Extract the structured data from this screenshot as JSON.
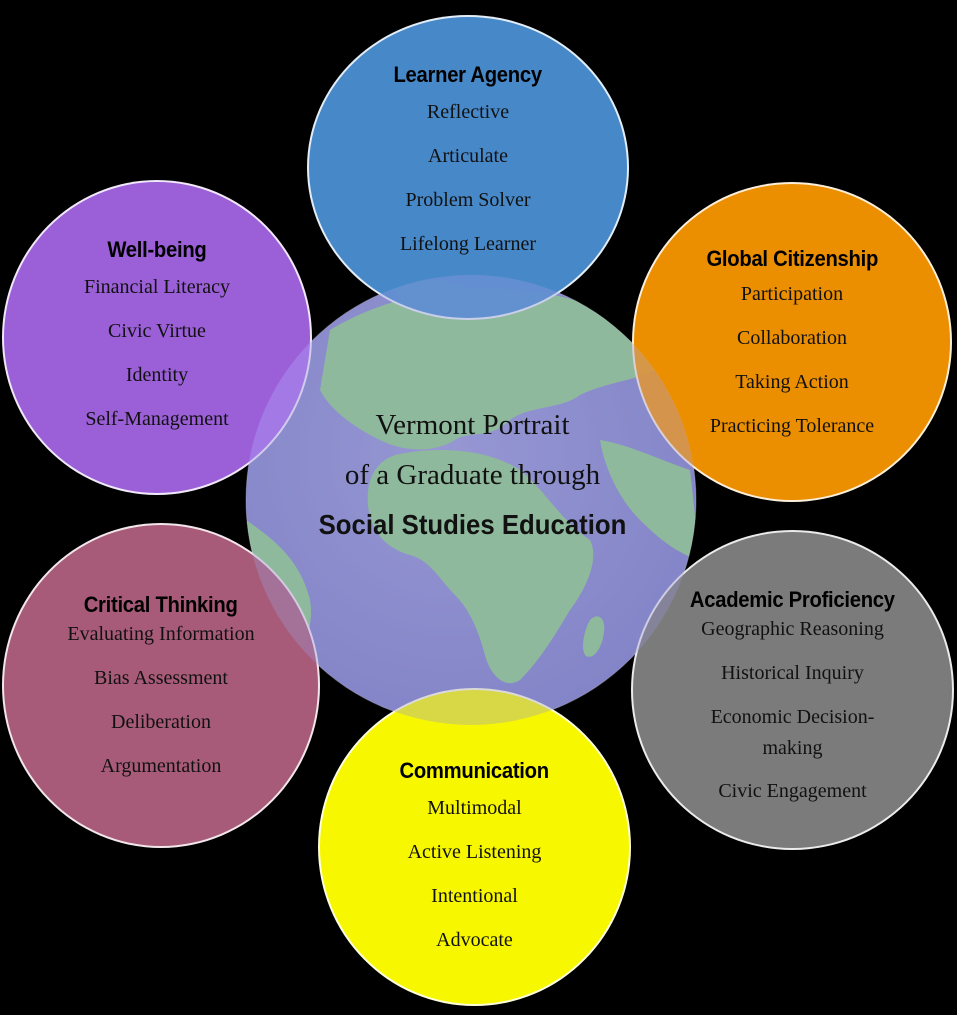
{
  "center": {
    "line1": "Vermont Portrait",
    "line2": "of a Graduate through",
    "line3": "Social Studies Education"
  },
  "colors": {
    "globe_land": "#8fcf86",
    "globe_sea": "#8a8ccc",
    "learner_agency": "#4b8fd3",
    "global_citizenship": "#ff9a00",
    "academic_proficiency": "#7f7f7f",
    "communication": "#ffff00",
    "critical_thinking": "#b0607e",
    "well_being": "#b06cf6"
  },
  "circles": {
    "learner_agency": {
      "title": "Learner Agency",
      "items": [
        "Reflective",
        "Articulate",
        "Problem Solver",
        "Lifelong Learner"
      ]
    },
    "global_citizenship": {
      "title": "Global Citizenship",
      "items": [
        "Participation",
        "Collaboration",
        "Taking Action",
        "Practicing Tolerance"
      ]
    },
    "academic_proficiency": {
      "title": "Academic Proficiency",
      "items": [
        "Geographic Reasoning",
        "Historical Inquiry",
        "Economic Decision-",
        "making",
        "Civic Engagement"
      ]
    },
    "communication": {
      "title": "Communication",
      "items": [
        "Multimodal",
        "Active Listening",
        "Intentional",
        "Advocate"
      ]
    },
    "critical_thinking": {
      "title": "Critical Thinking",
      "items": [
        "Evaluating Information",
        "Bias Assessment",
        "Deliberation",
        "Argumentation"
      ]
    },
    "well_being": {
      "title": "Well-being",
      "items": [
        "Financial Literacy",
        "Civic Virtue",
        "Identity",
        "Self-Management"
      ]
    }
  }
}
